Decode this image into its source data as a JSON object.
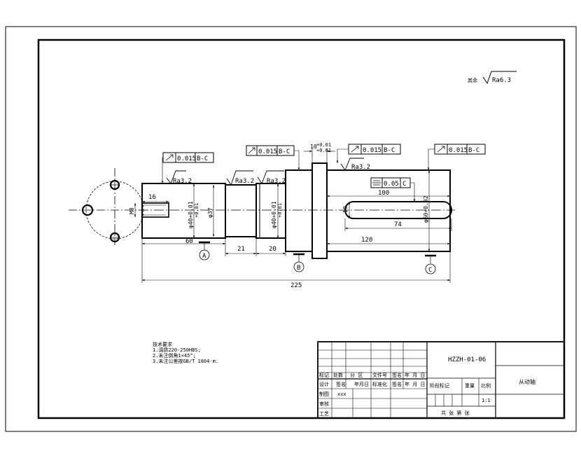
{
  "roughness": {
    "prefix": "其余",
    "value": "Ra6.3"
  },
  "roughness_marks": [
    "Ra3.2",
    "Ra3.2",
    "Ra3.2",
    "Ra3.2"
  ],
  "tolerance_frames": [
    {
      "value": "0.015",
      "datum": "B-C"
    },
    {
      "value": "0.015",
      "datum": "B-C"
    },
    {
      "value": "0.015",
      "datum": "B-C"
    },
    {
      "value": "0.015",
      "datum": "B-C"
    },
    {
      "value": "0.05",
      "datum": "C"
    }
  ],
  "datums": [
    "A",
    "B",
    "C"
  ],
  "dimensions": {
    "d16": "16",
    "d60": "60",
    "d21": "21",
    "d20": "20",
    "d225": "225",
    "d100": "100",
    "d74": "74",
    "d120": "120",
    "d10": "10",
    "d10_tol_upper": "+0.01",
    "d10_tol_lower": "+0.01",
    "dia40_a": "φ40+0.01",
    "dia40_a_lower": "+0.01",
    "dia37": "φ37",
    "dia40_b": "φ40+0.01",
    "dia40_b_lower": "+0.01",
    "dia60": "φ60+0.02",
    "m8": "M8",
    "keyway_10": "10"
  },
  "notes": {
    "heading": "技术要求",
    "lines": [
      "1.调质220-250HBS;",
      "2.未注倒角1×45°;",
      "3.未注公差按GB/T 1804-m."
    ]
  },
  "title_block": {
    "drawing_no": "HZZH-01-06",
    "part_name": "从动轴",
    "scale": "1:1",
    "sheet_text": "共  张  第  张",
    "row1": [
      "标记",
      "处数",
      "分 区",
      "文件号",
      "签名",
      "年 月 日"
    ],
    "row2": [
      "设计",
      "签名",
      "年月日",
      "标准化",
      "签名",
      "年 月 日"
    ],
    "row3_label": "制图",
    "row3_value": "xxx",
    "row4_label": "审核",
    "row5_label": "工艺",
    "stage_label": "阶段标记",
    "weight_label": "重量",
    "scale_label": "比例"
  }
}
